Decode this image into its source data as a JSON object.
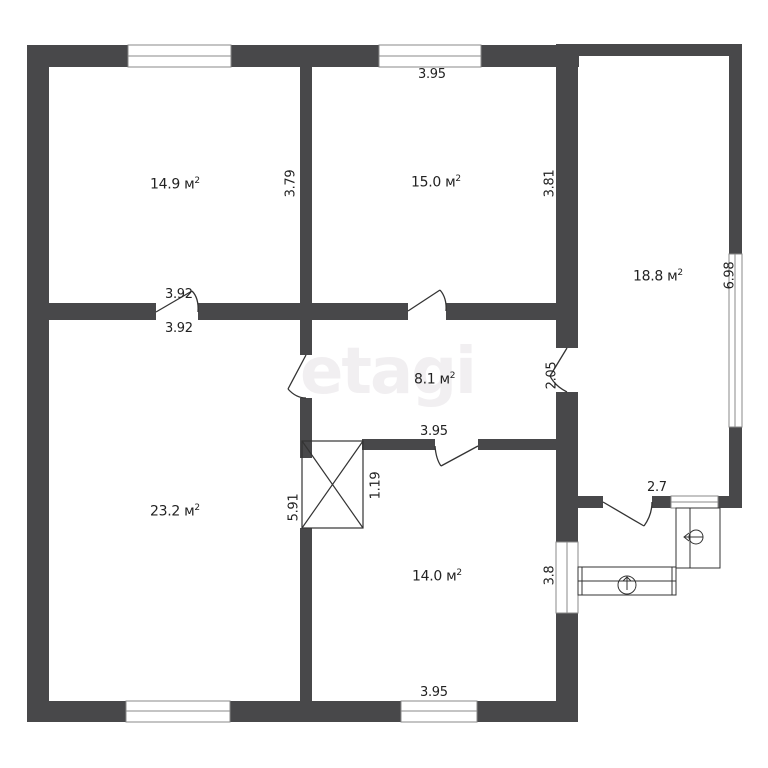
{
  "watermark": "etagi",
  "colors": {
    "wall": "#48484a",
    "window": "#ffffff",
    "line": "#333333"
  },
  "rooms": [
    {
      "id": "room-a",
      "area": "14.9 м",
      "sup": "2"
    },
    {
      "id": "room-b",
      "area": "15.0 м",
      "sup": "2"
    },
    {
      "id": "room-c",
      "area": "18.8 м",
      "sup": "2"
    },
    {
      "id": "room-d",
      "area": "8.1 м",
      "sup": "2"
    },
    {
      "id": "room-e",
      "area": "23.2 м",
      "sup": "2"
    },
    {
      "id": "room-f",
      "area": "14.0 м",
      "sup": "2"
    }
  ],
  "dimensions": {
    "top_right_room_width": "3.95",
    "room_a_height": "3.79",
    "room_b_height": "3.81",
    "room_c_height": "6.98",
    "room_a_width": "3.92",
    "room_e_width": "3.92",
    "hall_width": "2.05",
    "hall_length": "3.95",
    "shaft_height": "1.19",
    "room_e_height": "5.91",
    "entrance_width": "2.7",
    "room_f_height": "3.8",
    "room_f_width": "3.95"
  }
}
